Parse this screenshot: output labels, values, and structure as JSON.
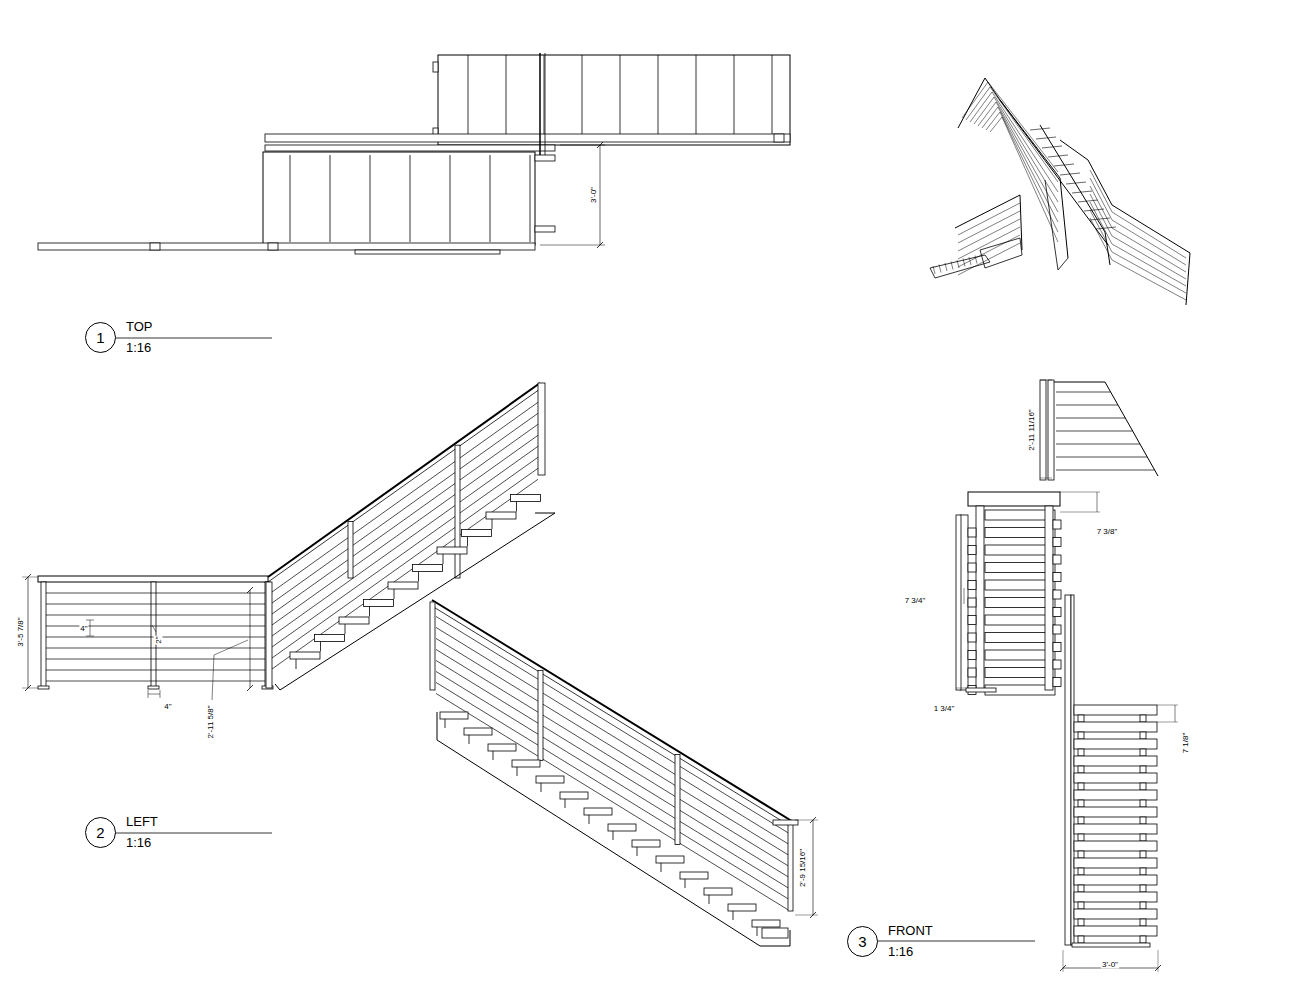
{
  "diagram": {
    "nodes": [
      {
        "text": [
          "1",
          "TOP",
          "1:16"
        ]
      },
      {
        "text": [
          "2",
          "LEFT",
          "1:16"
        ]
      },
      {
        "text": [
          "3",
          "FRONT",
          "1:16"
        ]
      }
    ],
    "labels": [
      "3'-0\"",
      "3'-5 7/8\"",
      "4\"",
      "2\"",
      "4\"",
      "2'-11 5/8\"",
      "2'-9 15/16\"",
      "2'-11 11/16\"",
      "7 3/8\"",
      "7 3/4\"",
      "1 3/4\"",
      "7 1/8\"",
      "3'-0\""
    ]
  }
}
